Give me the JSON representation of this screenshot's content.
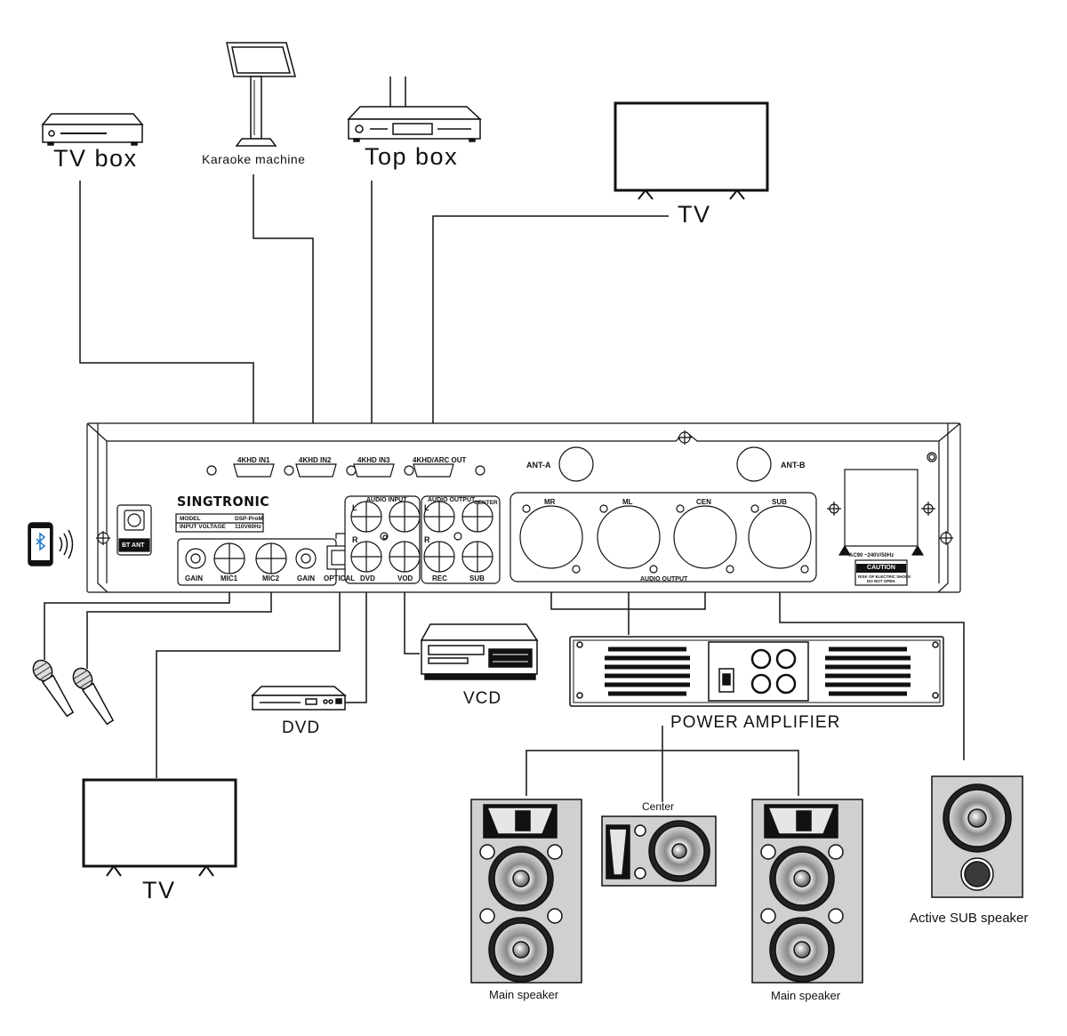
{
  "devices": {
    "tv_box": "TV box",
    "karaoke_machine": "Karaoke machine",
    "top_box": "Top box",
    "tv_top": "TV",
    "tv_bottom": "TV",
    "dvd": "DVD",
    "vcd": "VCD",
    "power_amplifier": "POWER AMPLIFIER",
    "center": "Center",
    "main_speaker_left": "Main speaker",
    "main_speaker_right": "Main speaker",
    "active_sub": "Active SUB speaker"
  },
  "panel": {
    "brand": "SINGTRONIC",
    "model_label": "MODEL",
    "model_value": "DSP-ProM",
    "voltage_label": "INPUT VOLTAGE",
    "voltage_value": "110V60Hz",
    "bt_ant": "BT ANT",
    "hdmi": [
      "4KHD IN1",
      "4KHD IN2",
      "4KHD IN3",
      "4KHD/ARC OUT"
    ],
    "ant_a": "ANT-A",
    "ant_b": "ANT-B",
    "audio_input": "AUDIO INPUT",
    "audio_output_top": "AUDIO OUTPUT",
    "center_label": "CENTER",
    "l": "L",
    "r": "R",
    "jacks": [
      "GAIN",
      "MIC1",
      "MIC2",
      "GAIN",
      "OPTICAL",
      "DVD",
      "VOD",
      "REC",
      "SUB"
    ],
    "xlr": [
      "MR",
      "ML",
      "CEN",
      "SUB"
    ],
    "audio_output_xlr": "AUDIO OUTPUT",
    "power_spec": "AC90 ~240V/50Hz",
    "caution": "CAUTION",
    "caution_note_1": "RISK OF ELECTRIC SHOCK",
    "caution_note_2": "DO NOT OPEN"
  },
  "colors": {
    "line": "#111111",
    "speaker_grey": "#cfcfcf",
    "panel_fill": "#ffffff"
  },
  "icons": [
    "bluetooth-icon",
    "wireless-waves-icon",
    "microphone-icon"
  ]
}
